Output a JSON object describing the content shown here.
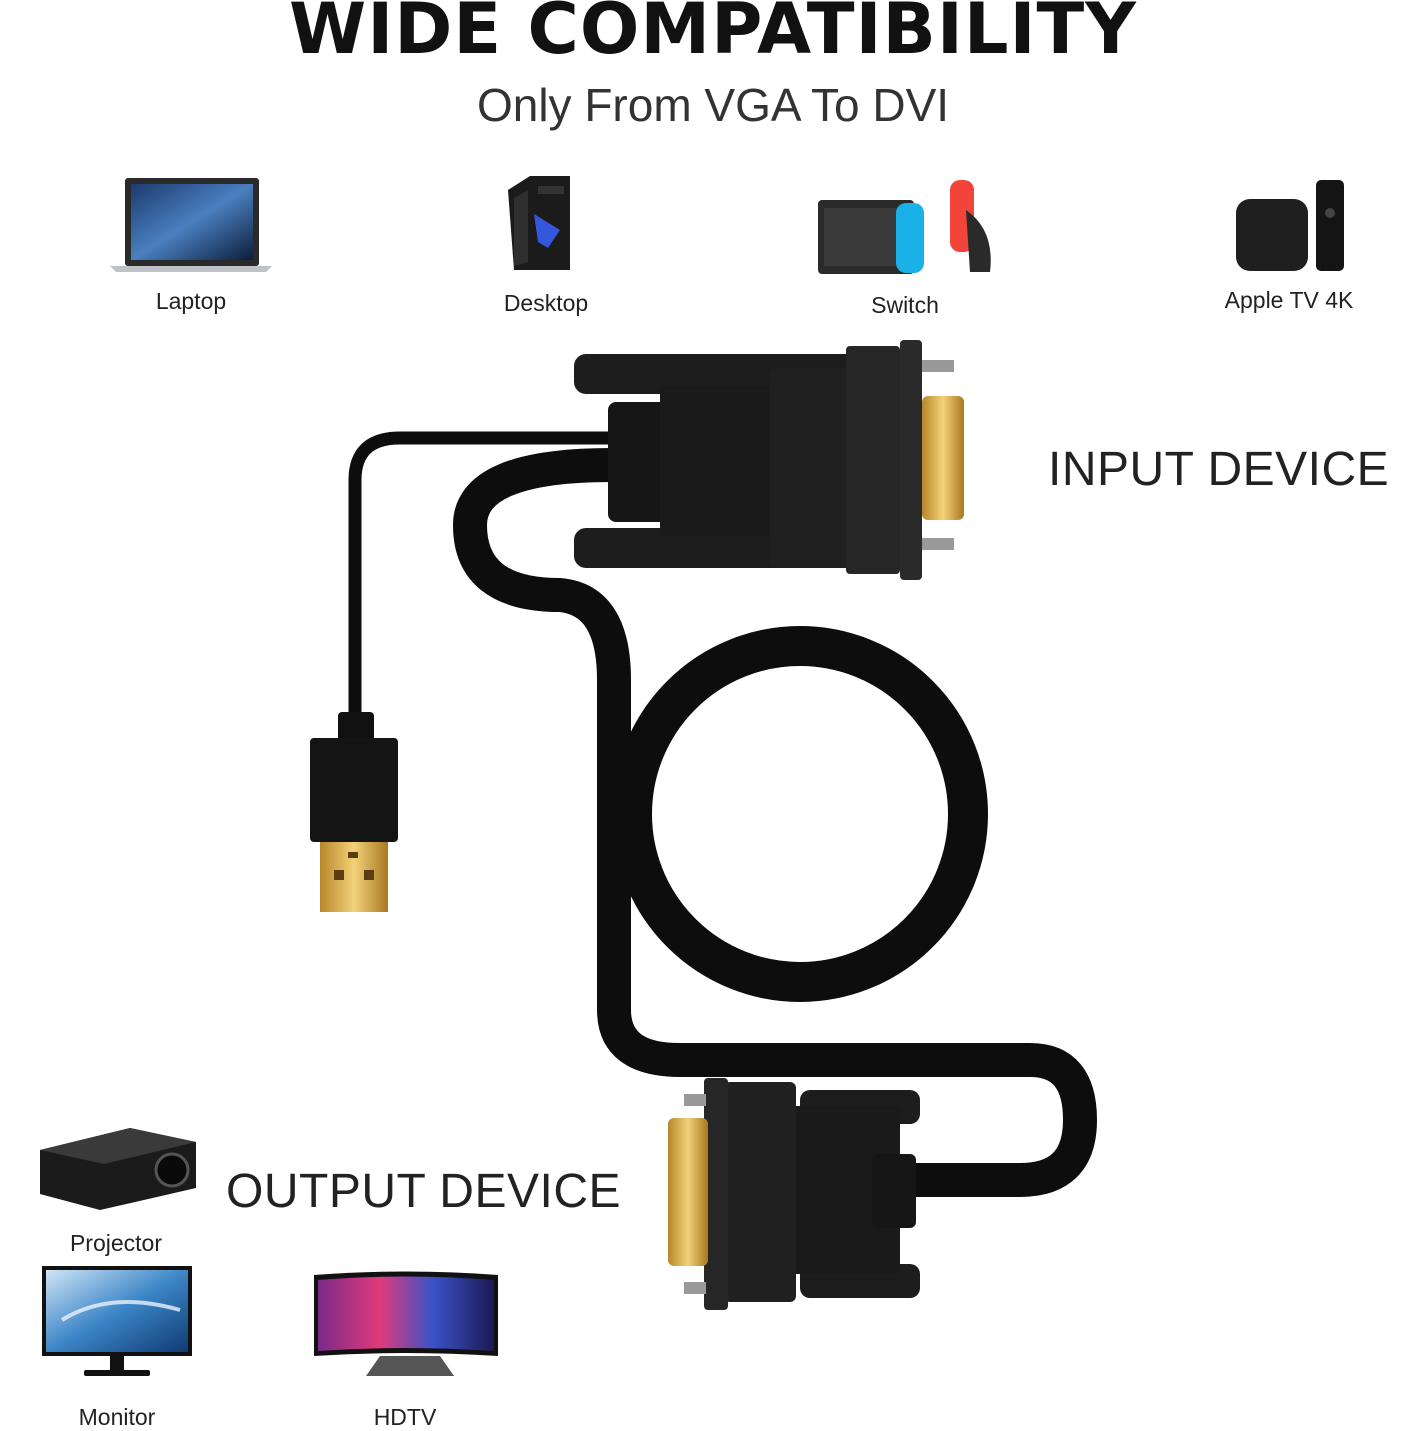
{
  "heading": {
    "title": "WIDE COMPATIBILITY",
    "subtitle": "Only From VGA To DVI"
  },
  "input_devices": [
    {
      "label": "Laptop",
      "icon": "laptop-icon"
    },
    {
      "label": "Desktop",
      "icon": "desktop-tower-icon"
    },
    {
      "label": "Switch",
      "icon": "game-console-icon"
    },
    {
      "label": "Apple TV 4K",
      "icon": "tv-box-icon"
    }
  ],
  "output_devices": [
    {
      "label": "Projector",
      "icon": "projector-icon"
    },
    {
      "label": "Monitor",
      "icon": "monitor-icon"
    },
    {
      "label": "HDTV",
      "icon": "curved-tv-icon"
    }
  ],
  "labels": {
    "input": "INPUT DEVICE",
    "output": "OUTPUT DEVICE"
  },
  "cable": {
    "top_connector": "VGA",
    "bottom_connector": "DVI",
    "usb": "USB",
    "colors": {
      "cable": "#0d0d0d",
      "gold": "#d4a53a",
      "body": "#1a1a1a"
    }
  }
}
